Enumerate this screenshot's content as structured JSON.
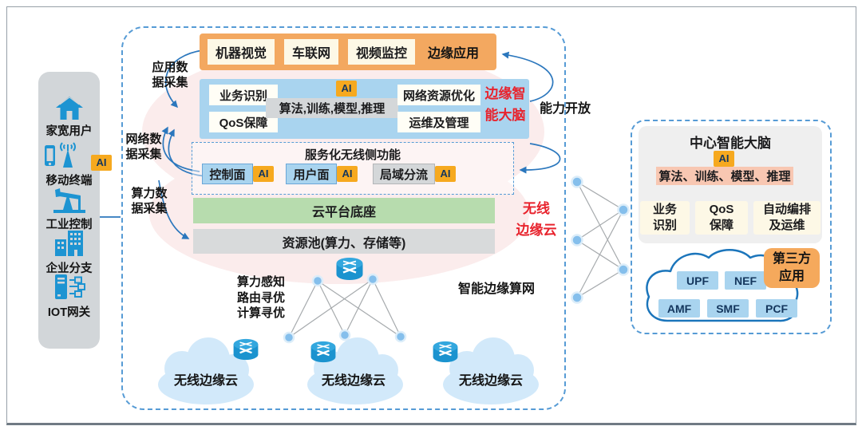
{
  "colors": {
    "accent_orange": "#f3a860",
    "ai_badge_orange": "#f6a91f",
    "panel_blue": "#a9d4ef",
    "dashed_border_blue": "#569bd5",
    "red_label": "#e8232d",
    "green_bar": "#b7dcae",
    "icon_blue": "#1d94d2",
    "salmon": "#f8c7b2",
    "cloud_fill": "#d2e9fa"
  },
  "sidebar": {
    "items": [
      {
        "icon": "home-icon",
        "label": "家宽用户"
      },
      {
        "icon": "mobile-antenna-icon",
        "label": "移动终端",
        "badge": "AI"
      },
      {
        "icon": "pumpjack-icon",
        "label": "工业控制"
      },
      {
        "icon": "buildings-icon",
        "label": "企业分支"
      },
      {
        "icon": "iot-gateway-icon",
        "label": "IOT网关"
      }
    ]
  },
  "edge_cloud": {
    "apps_bar": {
      "items": [
        "机器视觉",
        "车联网",
        "视频监控"
      ],
      "label": "边缘应用"
    },
    "brain": {
      "left": [
        "业务识别",
        "QoS保障"
      ],
      "ai_badge": "AI",
      "algo": "算法,训练,模型,推理",
      "right": [
        "网络资源优化",
        "运维及管理"
      ],
      "tag": "边缘智\n能大脑"
    },
    "ran": {
      "title": "服务化无线侧功能",
      "items": [
        {
          "label": "控制面",
          "badge": "AI"
        },
        {
          "label": "用户面",
          "badge": "AI"
        },
        {
          "label": "局域分流",
          "badge": "AI"
        }
      ]
    },
    "platform_bar": "云平台底座",
    "resource_bar": "资源池(算力、存储等)",
    "cloud_tag": "无线\n边缘云"
  },
  "flow_labels": {
    "app_collect": "应用数\n据采集",
    "net_collect": "网络数\n据采集",
    "compute_collect": "算力数\n据采集",
    "capability": "能力开放"
  },
  "compute_network": {
    "perception": "算力感知\n路由寻优\n计算寻优",
    "name": "智能边缘算网",
    "clouds": [
      "无线边缘云",
      "无线边缘云",
      "无线边缘云"
    ]
  },
  "central_brain": {
    "title": "中心智能大脑",
    "ai_badge": "AI",
    "algo": "算法、训练、模型、推理",
    "functions": [
      "业务\n识别",
      "QoS\n保障",
      "自动编排\n及运维"
    ],
    "nf_row1": [
      "UPF",
      "NEF"
    ],
    "nf_row2": [
      "AMF",
      "SMF",
      "PCF"
    ],
    "third_party": "第三方\n应用"
  }
}
